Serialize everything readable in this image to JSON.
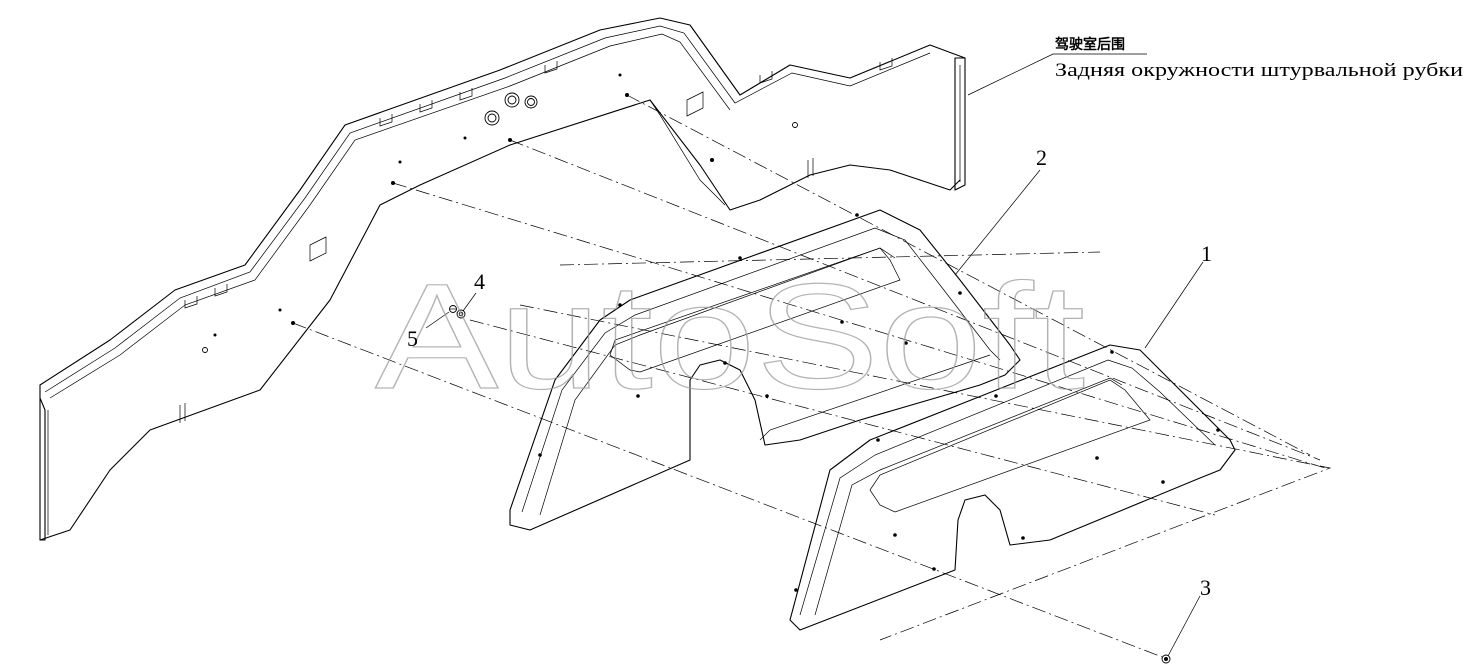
{
  "labels": {
    "assembly_cn": "驾驶室后围",
    "assembly_ru": "Задняя окружности штурвальной рубки"
  },
  "callouts": [
    {
      "id": "1",
      "text": "1"
    },
    {
      "id": "2",
      "text": "2"
    },
    {
      "id": "3",
      "text": "3"
    },
    {
      "id": "4",
      "text": "4"
    },
    {
      "id": "5",
      "text": "5"
    }
  ],
  "watermark": "AutoSoft",
  "colors": {
    "line": "#000000",
    "background": "#ffffff",
    "watermark": "#9a9a9a"
  }
}
